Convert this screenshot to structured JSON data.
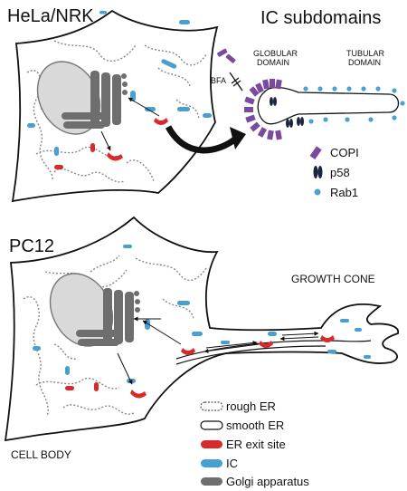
{
  "panels": {
    "top_title": "HeLa/NRK",
    "ic_title": "IC subdomains",
    "bottom_title": "PC12"
  },
  "ic_detail": {
    "globular_line1": "GLOBULAR",
    "globular_line2": "DOMAIN",
    "tubular_line1": "TUBULAR",
    "tubular_line2": "DOMAIN",
    "bfa": "BFA",
    "markers": [
      {
        "label": "COPI",
        "icon": "copi-icon"
      },
      {
        "label": "p58",
        "icon": "p58-icon"
      },
      {
        "label": "Rab1",
        "icon": "rab1-icon"
      }
    ]
  },
  "bottom_labels": {
    "growth_cone": "GROWTH CONE",
    "cell_body": "CELL BODY"
  },
  "legend": [
    {
      "label": "rough ER",
      "icon": "rough-er-icon"
    },
    {
      "label": "smooth ER",
      "icon": "smooth-er-icon"
    },
    {
      "label": "ER exit site",
      "icon": "er-exit-site-icon"
    },
    {
      "label": "IC",
      "icon": "ic-icon"
    },
    {
      "label": "Golgi apparatus",
      "icon": "golgi-icon"
    }
  ],
  "colors": {
    "ic": "#4a9fd1",
    "er_exit": "#d82a2a",
    "golgi": "#6e6e6e",
    "copi": "#7a4a9e",
    "p58": "#1c2440",
    "rab1": "#4aa3cf",
    "nucleus": "#d9d9d9"
  }
}
